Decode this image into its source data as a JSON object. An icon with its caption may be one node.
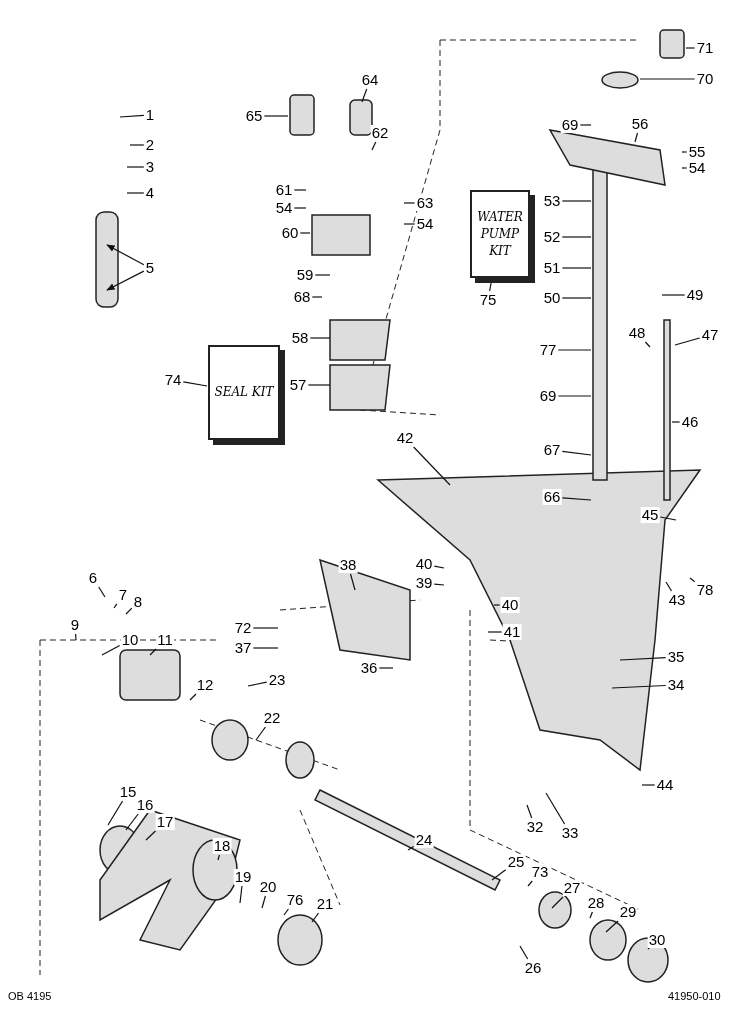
{
  "diagram": {
    "nodes": [
      {
        "text": [
          "1"
        ]
      },
      {
        "text": [
          "2"
        ]
      },
      {
        "text": [
          "3"
        ]
      },
      {
        "text": [
          "4"
        ]
      },
      {
        "text": [
          "5"
        ]
      },
      {
        "text": [
          "71"
        ]
      },
      {
        "text": [
          "70"
        ]
      },
      {
        "text": [
          "65"
        ]
      },
      {
        "text": [
          "64"
        ]
      },
      {
        "text": [
          "62"
        ]
      },
      {
        "text": [
          "69"
        ]
      },
      {
        "text": [
          "56"
        ]
      },
      {
        "text": [
          "55"
        ]
      },
      {
        "text": [
          "54"
        ]
      },
      {
        "text": [
          "61"
        ]
      },
      {
        "text": [
          "63"
        ]
      },
      {
        "text": [
          "54"
        ]
      },
      {
        "text": [
          "54"
        ]
      },
      {
        "text": [
          "53"
        ]
      },
      {
        "text": [
          "60"
        ]
      },
      {
        "text": [
          "52"
        ]
      },
      {
        "text": [
          "51"
        ]
      },
      {
        "text": [
          "59"
        ]
      },
      {
        "text": [
          "WATER PUMP KIT"
        ]
      },
      {
        "text": [
          "75"
        ]
      },
      {
        "text": [
          "68"
        ]
      },
      {
        "text": [
          "50"
        ]
      },
      {
        "text": [
          "49"
        ]
      },
      {
        "text": [
          "47"
        ]
      },
      {
        "text": [
          "48"
        ]
      },
      {
        "text": [
          "58"
        ]
      },
      {
        "text": [
          "77"
        ]
      },
      {
        "text": [
          "SEAL KIT"
        ]
      },
      {
        "text": [
          "74"
        ]
      },
      {
        "text": [
          "57"
        ]
      },
      {
        "text": [
          "69"
        ]
      },
      {
        "text": [
          "46"
        ]
      },
      {
        "text": [
          "42"
        ]
      },
      {
        "text": [
          "67"
        ]
      },
      {
        "text": [
          "66"
        ]
      },
      {
        "text": [
          "45"
        ]
      },
      {
        "text": [
          "38"
        ]
      },
      {
        "text": [
          "40"
        ]
      },
      {
        "text": [
          "39"
        ]
      },
      {
        "text": [
          "6"
        ]
      },
      {
        "text": [
          "7"
        ]
      },
      {
        "text": [
          "8"
        ]
      },
      {
        "text": [
          "43"
        ]
      },
      {
        "text": [
          "78"
        ]
      },
      {
        "text": [
          "40"
        ]
      },
      {
        "text": [
          "41"
        ]
      },
      {
        "text": [
          "9"
        ]
      },
      {
        "text": [
          "10"
        ]
      },
      {
        "text": [
          "72"
        ]
      },
      {
        "text": [
          "35"
        ]
      },
      {
        "text": [
          "11"
        ]
      },
      {
        "text": [
          "36"
        ]
      },
      {
        "text": [
          "23"
        ]
      },
      {
        "text": [
          "37"
        ]
      },
      {
        "text": [
          "34"
        ]
      },
      {
        "text": [
          "12"
        ]
      },
      {
        "text": [
          "22"
        ]
      },
      {
        "text": [
          "44"
        ]
      },
      {
        "text": [
          "15"
        ]
      },
      {
        "text": [
          "16"
        ]
      },
      {
        "text": [
          "17"
        ]
      },
      {
        "text": [
          "32"
        ]
      },
      {
        "text": [
          "24"
        ]
      },
      {
        "text": [
          "18"
        ]
      },
      {
        "text": [
          "33"
        ]
      },
      {
        "text": [
          "25"
        ]
      },
      {
        "text": [
          "73"
        ]
      },
      {
        "text": [
          "19"
        ]
      },
      {
        "text": [
          "20"
        ]
      },
      {
        "text": [
          "27"
        ]
      },
      {
        "text": [
          "76"
        ]
      },
      {
        "text": [
          "28"
        ]
      },
      {
        "text": [
          "21"
        ]
      },
      {
        "text": [
          "29"
        ]
      },
      {
        "text": [
          "30"
        ]
      },
      {
        "text": [
          "26"
        ]
      }
    ],
    "edges": [
      {
        "from": 0,
        "to": null,
        "arrow": "none"
      },
      {
        "from": 1,
        "to": null,
        "arrow": "none"
      },
      {
        "from": 2,
        "to": null,
        "arrow": "none"
      },
      {
        "from": 3,
        "to": null,
        "arrow": "none"
      },
      {
        "from": 4,
        "to": null,
        "arrow": "to"
      },
      {
        "from": 4,
        "to": null,
        "arrow": "to"
      },
      {
        "from": 5,
        "to": null,
        "arrow": "none"
      },
      {
        "from": 6,
        "to": null,
        "arrow": "none"
      },
      {
        "from": 7,
        "to": null,
        "arrow": "none"
      },
      {
        "from": 8,
        "to": null,
        "arrow": "none"
      },
      {
        "from": 9,
        "to": null,
        "arrow": "none"
      },
      {
        "from": 10,
        "to": null,
        "arrow": "none"
      },
      {
        "from": 11,
        "to": null,
        "arrow": "none"
      },
      {
        "from": 12,
        "to": null,
        "arrow": "none"
      },
      {
        "from": 13,
        "to": null,
        "arrow": "none"
      },
      {
        "from": 14,
        "to": null,
        "arrow": "none"
      },
      {
        "from": 15,
        "to": null,
        "arrow": "none"
      },
      {
        "from": 16,
        "to": null,
        "arrow": "none"
      },
      {
        "from": 17,
        "to": null,
        "arrow": "none"
      },
      {
        "from": 18,
        "to": null,
        "arrow": "none"
      },
      {
        "from": 19,
        "to": null,
        "arrow": "none"
      },
      {
        "from": 20,
        "to": null,
        "arrow": "none"
      },
      {
        "from": 21,
        "to": null,
        "arrow": "none"
      },
      {
        "from": 22,
        "to": null,
        "arrow": "none"
      },
      {
        "from": 24,
        "to": 23,
        "arrow": "none"
      },
      {
        "from": 25,
        "to": null,
        "arrow": "none"
      },
      {
        "from": 26,
        "to": null,
        "arrow": "none"
      },
      {
        "from": 27,
        "to": null,
        "arrow": "none"
      },
      {
        "from": 28,
        "to": null,
        "arrow": "none"
      },
      {
        "from": 29,
        "to": null,
        "arrow": "none"
      },
      {
        "from": 30,
        "to": null,
        "arrow": "none"
      },
      {
        "from": 31,
        "to": null,
        "arrow": "none"
      },
      {
        "from": 33,
        "to": 32,
        "arrow": "none"
      },
      {
        "from": 34,
        "to": null,
        "arrow": "none"
      },
      {
        "from": 35,
        "to": null,
        "arrow": "none"
      },
      {
        "from": 36,
        "to": null,
        "arrow": "none"
      },
      {
        "from": 37,
        "to": null,
        "arrow": "none"
      },
      {
        "from": 38,
        "to": null,
        "arrow": "none"
      },
      {
        "from": 39,
        "to": null,
        "arrow": "none"
      },
      {
        "from": 40,
        "to": null,
        "arrow": "none"
      },
      {
        "from": 41,
        "to": null,
        "arrow": "none"
      },
      {
        "from": 42,
        "to": null,
        "arrow": "none"
      },
      {
        "from": 43,
        "to": null,
        "arrow": "none"
      },
      {
        "from": 44,
        "to": null,
        "arrow": "none"
      },
      {
        "from": 45,
        "to": null,
        "arrow": "none"
      },
      {
        "from": 46,
        "to": null,
        "arrow": "none"
      },
      {
        "from": 47,
        "to": null,
        "arrow": "none"
      },
      {
        "from": 48,
        "to": null,
        "arrow": "none"
      },
      {
        "from": 49,
        "to": null,
        "arrow": "none"
      },
      {
        "from": 50,
        "to": null,
        "arrow": "none"
      },
      {
        "from": 51,
        "to": null,
        "arrow": "none"
      },
      {
        "from": 52,
        "to": null,
        "arrow": "none"
      },
      {
        "from": 53,
        "to": null,
        "arrow": "none"
      },
      {
        "from": 54,
        "to": null,
        "arrow": "none"
      },
      {
        "from": 55,
        "to": null,
        "arrow": "none"
      },
      {
        "from": 56,
        "to": null,
        "arrow": "none"
      },
      {
        "from": 57,
        "to": null,
        "arrow": "none"
      },
      {
        "from": 58,
        "to": null,
        "arrow": "none"
      },
      {
        "from": 59,
        "to": null,
        "arrow": "none"
      },
      {
        "from": 60,
        "to": null,
        "arrow": "none"
      },
      {
        "from": 61,
        "to": null,
        "arrow": "none"
      },
      {
        "from": 62,
        "to": null,
        "arrow": "none"
      },
      {
        "from": 63,
        "to": null,
        "arrow": "none"
      },
      {
        "from": 64,
        "to": null,
        "arrow": "none"
      },
      {
        "from": 65,
        "to": null,
        "arrow": "none"
      },
      {
        "from": 66,
        "to": null,
        "arrow": "none"
      },
      {
        "from": 67,
        "to": null,
        "arrow": "none"
      },
      {
        "from": 68,
        "to": null,
        "arrow": "none"
      },
      {
        "from": 69,
        "to": null,
        "arrow": "none"
      },
      {
        "from": 70,
        "to": null,
        "arrow": "none"
      },
      {
        "from": 71,
        "to": null,
        "arrow": "none"
      },
      {
        "from": 72,
        "to": null,
        "arrow": "none"
      },
      {
        "from": 73,
        "to": null,
        "arrow": "none"
      },
      {
        "from": 74,
        "to": null,
        "arrow": "none"
      },
      {
        "from": 75,
        "to": null,
        "arrow": "none"
      },
      {
        "from": 76,
        "to": null,
        "arrow": "none"
      },
      {
        "from": 77,
        "to": null,
        "arrow": "none"
      },
      {
        "from": 78,
        "to": null,
        "arrow": "none"
      },
      {
        "from": 79,
        "to": null,
        "arrow": "none"
      },
      {
        "from": 80,
        "to": null,
        "arrow": "none"
      }
    ],
    "labels": [
      "OB 4195",
      "41950-010"
    ]
  }
}
